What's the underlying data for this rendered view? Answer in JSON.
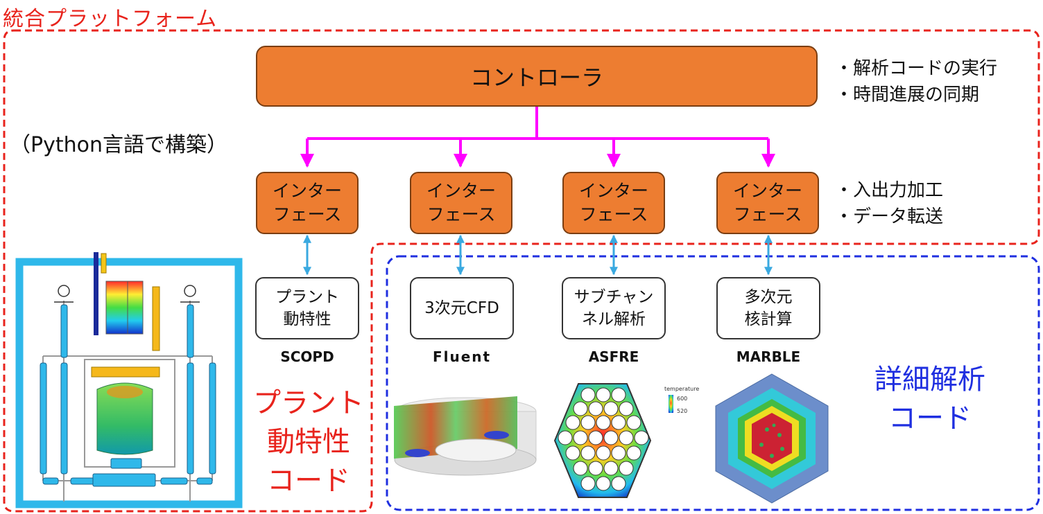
{
  "platform": {
    "title": "統合プラットフォーム"
  },
  "controller": {
    "label": "コントローラ"
  },
  "controller_notes": [
    "・解析コードの実行",
    "・時間進展の同期"
  ],
  "python_label": "（Python言語で構築）",
  "interface": {
    "line1": "インター",
    "line2": "フェース"
  },
  "interface_notes": [
    "・入出力加工",
    "・データ転送"
  ],
  "codes": [
    {
      "box_lines": [
        "プラント",
        "動特性"
      ],
      "name": "SCOPD"
    },
    {
      "box_lines": [
        "3次元CFD"
      ],
      "name": "Fluent"
    },
    {
      "box_lines": [
        "サブチャン",
        "ネル解析"
      ],
      "name": "ASFRE"
    },
    {
      "box_lines": [
        "多次元",
        "核計算"
      ],
      "name": "MARBLE"
    }
  ],
  "plant_code_label": [
    "プラント",
    "動特性",
    "コード"
  ],
  "detailed_code_label": [
    "詳細解析",
    "コード"
  ],
  "asfre_legend": {
    "title": "temperature",
    "max": "600",
    "min": "520"
  },
  "colors": {
    "platform_border": "#e8231c",
    "detailed_border": "#1f2fe0",
    "box_fill": "#ed7d31",
    "connector_magenta": "#ff00ff",
    "connector_cyan": "#3aa9e0"
  }
}
